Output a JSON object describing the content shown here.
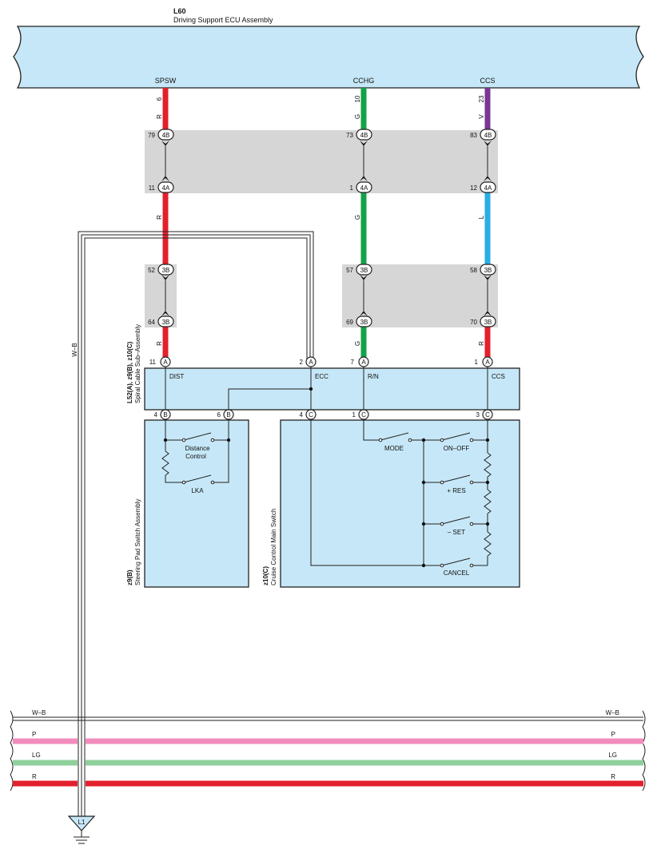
{
  "ecu": {
    "code": "L60",
    "name": "Driving Support ECU Assembly"
  },
  "ecu_pins": [
    {
      "signal": "SPSW",
      "pin": "6",
      "wire": "R"
    },
    {
      "signal": "CCHG",
      "pin": "10",
      "wire": "G"
    },
    {
      "signal": "CCS",
      "pin": "23",
      "wire": "V"
    }
  ],
  "conn4": {
    "upper": [
      {
        "pin": "79",
        "conn": "4B"
      },
      {
        "pin": "73",
        "conn": "4B"
      },
      {
        "pin": "83",
        "conn": "4B"
      }
    ],
    "lower": [
      {
        "pin": "11",
        "conn": "4A"
      },
      {
        "pin": "1",
        "conn": "4A"
      },
      {
        "pin": "12",
        "conn": "4A"
      }
    ]
  },
  "mid_wires": [
    "R",
    "G",
    "L"
  ],
  "conn3": {
    "upper": [
      {
        "pin": "52",
        "conn": "3B"
      },
      {
        "pin": "57",
        "conn": "3B"
      },
      {
        "pin": "58",
        "conn": "3B"
      }
    ],
    "lower": [
      {
        "pin": "64",
        "conn": "3B"
      },
      {
        "pin": "69",
        "conn": "3B"
      },
      {
        "pin": "70",
        "conn": "3B"
      }
    ]
  },
  "low_wires": [
    "R",
    "G",
    "R"
  ],
  "spiral": {
    "code": "L52(A), z9(B), z10(C)",
    "name": "Spiral Cable Sub–Assembly",
    "top_pins": [
      {
        "pin": "11",
        "conn": "A",
        "label": "DIST"
      },
      {
        "pin": "2",
        "conn": "A",
        "label": "ECC"
      },
      {
        "pin": "7",
        "conn": "A",
        "label": "R/N"
      },
      {
        "pin": "1",
        "conn": "A",
        "label": "CCS"
      }
    ],
    "bottom_pins": [
      {
        "pin": "4",
        "conn": "B"
      },
      {
        "pin": "6",
        "conn": "B"
      },
      {
        "pin": "4",
        "conn": "C"
      },
      {
        "pin": "1",
        "conn": "C"
      },
      {
        "pin": "3",
        "conn": "C"
      }
    ]
  },
  "steering_pad": {
    "code": "z9(B)",
    "name": "Steering Pad Switch Assembly",
    "switch_distance": [
      "Distance",
      "Control"
    ],
    "switch_lka": "LKA"
  },
  "cruise_switch": {
    "code": "z10(C)",
    "name": "Cruise Control Main Switch",
    "switches": [
      "MODE",
      "ON–OFF",
      "+ RES",
      "– SET",
      "CANCEL"
    ]
  },
  "ground_wire": "W–B",
  "ground_point": "L1",
  "bus_wires": [
    {
      "label": "W–B",
      "color": "#ffffff"
    },
    {
      "label": "P",
      "color": "#f28cbd"
    },
    {
      "label": "LG",
      "color": "#8fcf9c"
    },
    {
      "label": "R",
      "color": "#e3202d"
    }
  ],
  "wire_colors": {
    "R": "#e3202d",
    "G": "#12a24a",
    "V": "#7b3694",
    "L": "#27aee6"
  }
}
